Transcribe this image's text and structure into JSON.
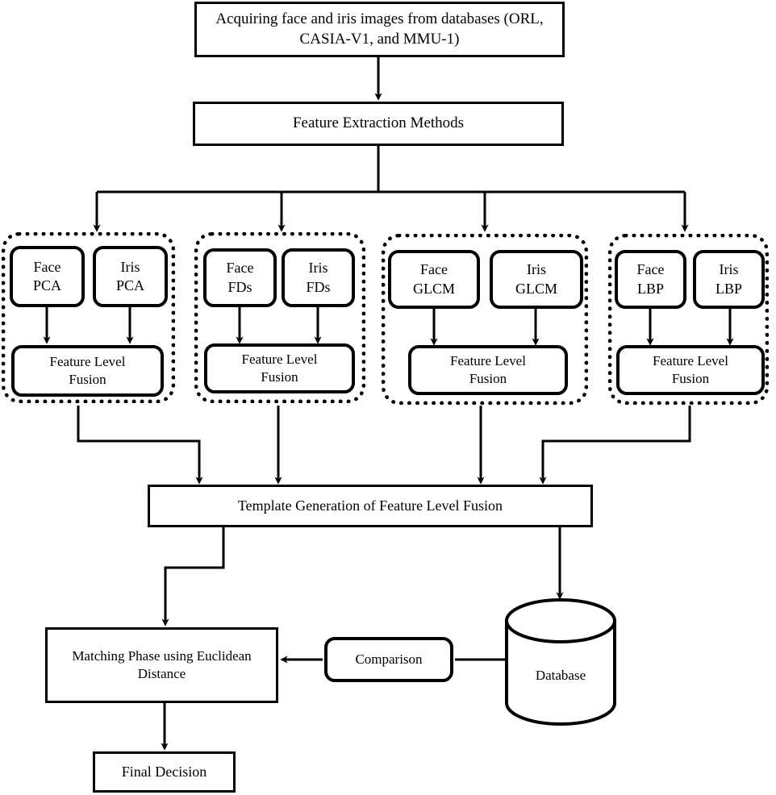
{
  "diagram": {
    "title": "Multimodal face and iris biometric feature-level fusion flowchart",
    "colors": {
      "stroke": "#000000",
      "fill": "#ffffff",
      "group_border": "#000000"
    },
    "nodes": {
      "acquire": "Acquiring face and iris images from databases (ORL, CASIA-V1, and MMU-1)",
      "feature_extraction": "Feature Extraction Methods",
      "template_generation": "Template Generation of Feature Level Fusion",
      "matching": "Matching Phase using Euclidean Distance",
      "comparison": "Comparison",
      "database": "Database",
      "final_decision": "Final Decision"
    },
    "groups": [
      {
        "id": "pca",
        "face": "Face\nPCA",
        "iris": "Iris\nPCA",
        "fusion": "Feature  Level\nFusion"
      },
      {
        "id": "fds",
        "face": "Face\nFDs",
        "iris": "Iris\nFDs",
        "fusion": "Feature  Level\nFusion"
      },
      {
        "id": "glcm",
        "face": "Face\nGLCM",
        "iris": "Iris\nGLCM",
        "fusion": "Feature  Level\nFusion"
      },
      {
        "id": "lbp",
        "face": "Face\nLBP",
        "iris": "Iris\nLBP",
        "fusion": "Feature  Level\nFusion"
      }
    ]
  }
}
